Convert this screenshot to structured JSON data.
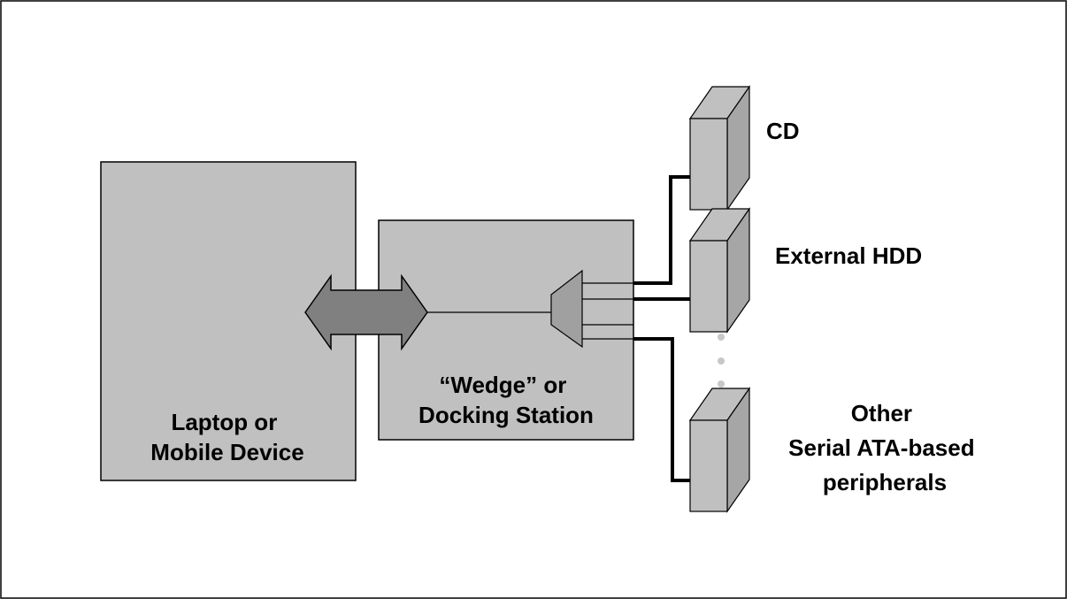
{
  "diagram": {
    "nodes": {
      "laptop": {
        "lines": [
          "Laptop or",
          "Mobile Device"
        ]
      },
      "wedge": {
        "lines": [
          "“Wedge” or",
          "Docking Station"
        ]
      },
      "cd": {
        "label": "CD"
      },
      "hdd": {
        "label": "External HDD"
      },
      "other": {
        "lines": [
          "Other",
          "Serial ATA-based",
          "peripherals"
        ]
      }
    },
    "colors": {
      "box_fill": "#c0c0c0",
      "box_side": "#a6a6a6",
      "arrow_fill": "#808080",
      "mux_fill": "#a0a0a0",
      "dots": "#c8c8c8",
      "stroke": "#000000"
    }
  }
}
